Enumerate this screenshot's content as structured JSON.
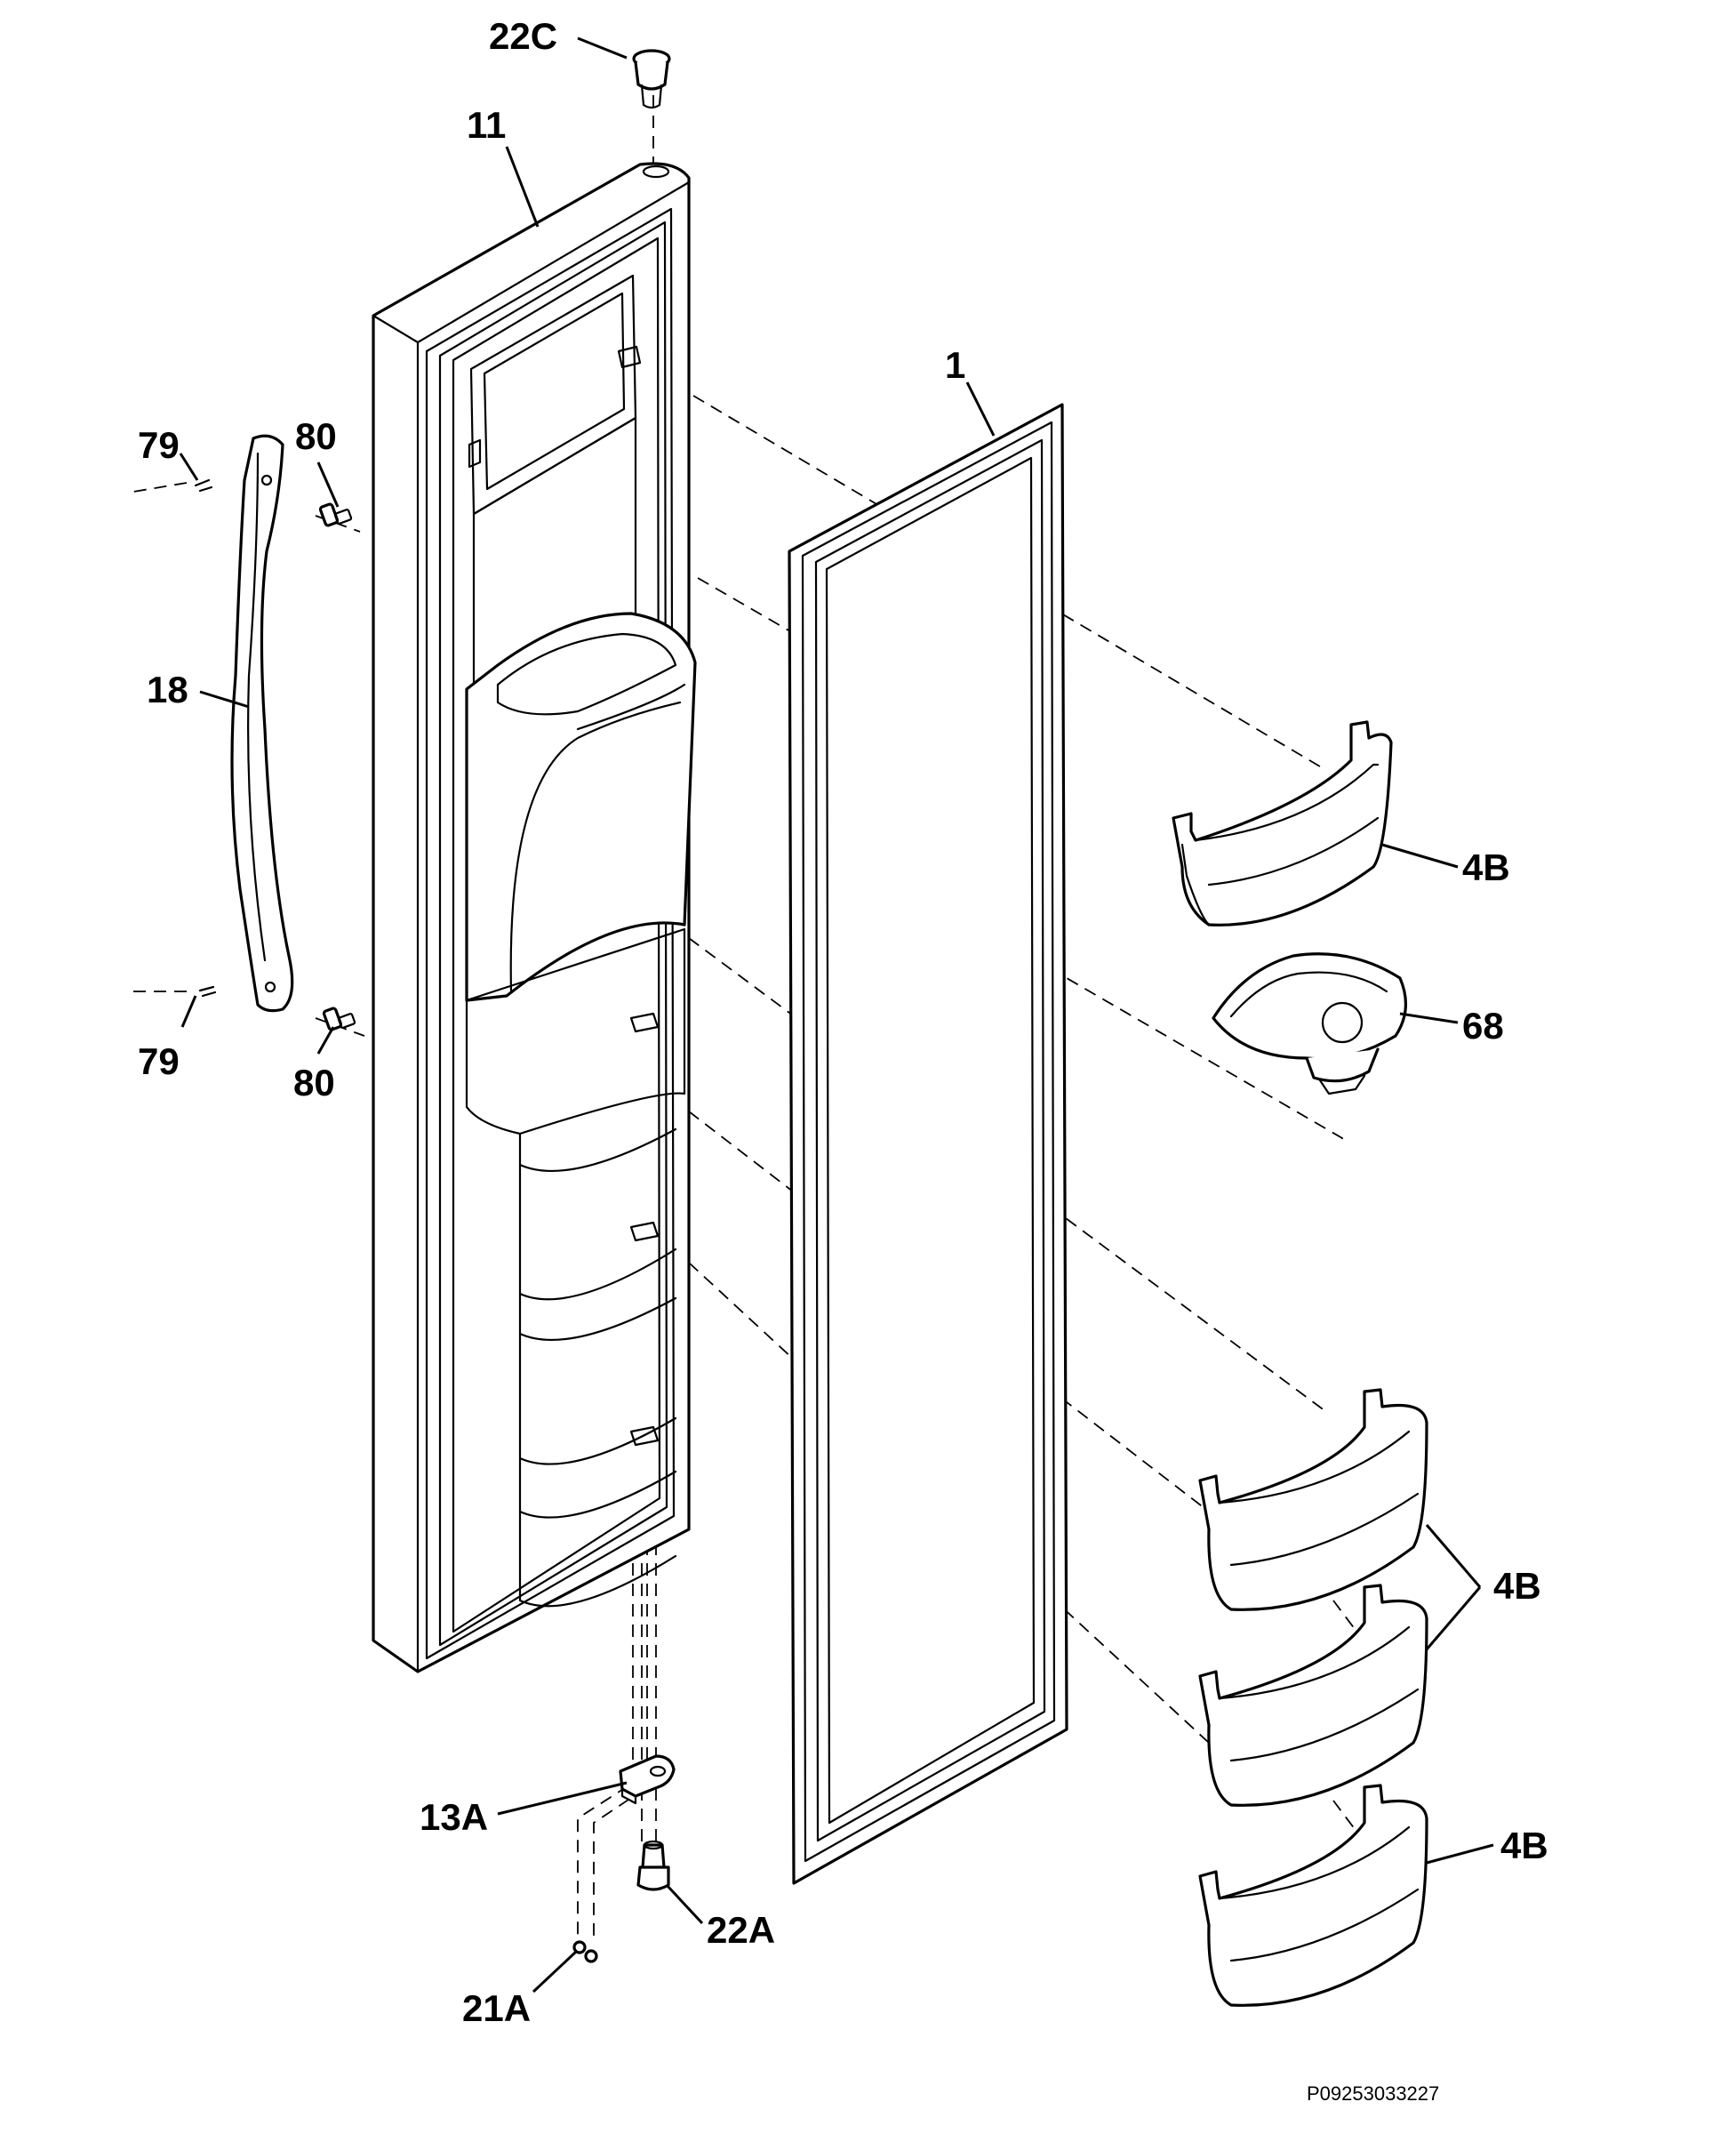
{
  "callouts": {
    "c_22c": "22C",
    "c_11": "11",
    "c_1": "1",
    "c_79_top": "79",
    "c_80_top": "80",
    "c_18": "18",
    "c_79_bottom": "79",
    "c_80_bottom": "80",
    "c_4b_top": "4B",
    "c_68": "68",
    "c_4b_middle": "4B",
    "c_4b_bottom": "4B",
    "c_13a": "13A",
    "c_22a": "22A",
    "c_21a": "21A"
  },
  "catalog_number": "P09253033227",
  "colors": {
    "line": "#000000",
    "background": "#ffffff"
  }
}
